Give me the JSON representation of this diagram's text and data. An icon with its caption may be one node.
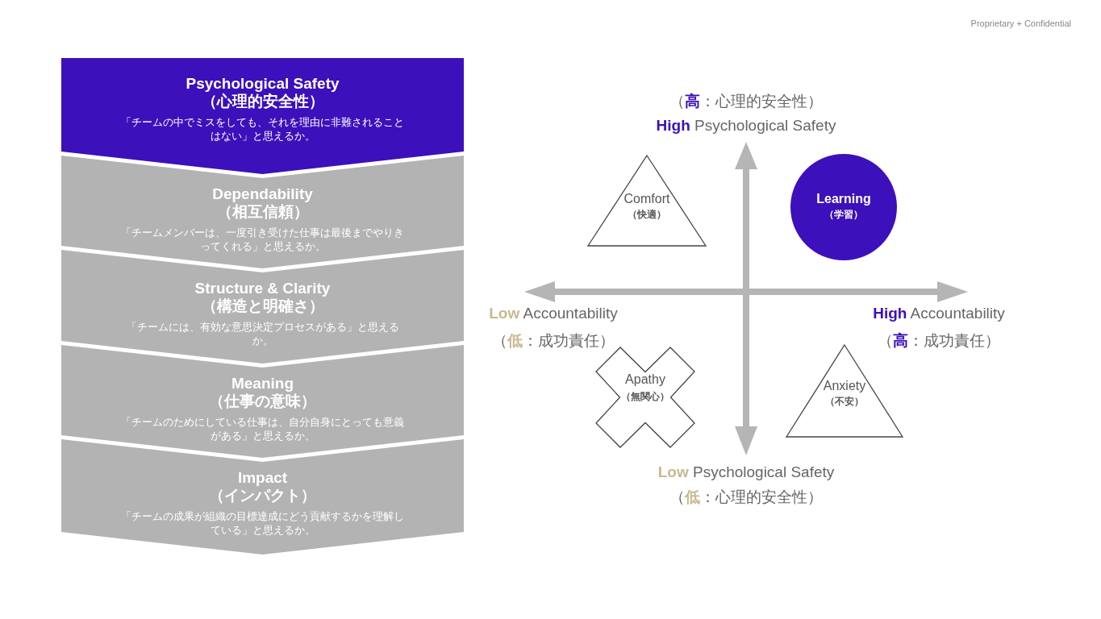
{
  "diagram": {
    "nodes": [
      {
        "text": [
          "Psychological Safety",
          "（心理的安全性）",
          "「チームの中でミスをしても、それを理由に非難されることはない」と思えるか。"
        ]
      },
      {
        "text": [
          "Dependability",
          "（相互信頼）",
          "「チームメンバーは、一度引き受けた仕事は最後までやりきってくれる」と思えるか。"
        ]
      },
      {
        "text": [
          "Structure & Clarity",
          "（構造と明確さ）",
          "「チームには、有効な意思決定プロセスがある」と思えるか。"
        ]
      },
      {
        "text": [
          "Meaning",
          "（仕事の意味）",
          "「チームのためにしている仕事は、自分自身にとっても意義がある」と思えるか。"
        ]
      },
      {
        "text": [
          "Impact",
          "（インパクト）",
          "「チームの成果が組織の目標達成にどう貢献するかを理解している」と思えるか。"
        ]
      },
      {
        "text": [
          "Comfort",
          "（快適）"
        ]
      },
      {
        "text": [
          "Learning",
          "（学習）"
        ]
      },
      {
        "text": [
          "Apathy",
          "（無関心）"
        ]
      },
      {
        "text": [
          "Anxiety",
          "（不安）"
        ]
      }
    ],
    "labels": [
      "Proprietary + Confidential",
      "（**高**：心理的安全性）",
      "**High** Psychological Safety",
      "**Low** Accountability",
      "（**低**：成功責任）",
      "**High** Accountability",
      "（**高**：成功責任）",
      "**Low** Psychological Safety",
      "（**低**：心理的安全性）"
    ]
  }
}
